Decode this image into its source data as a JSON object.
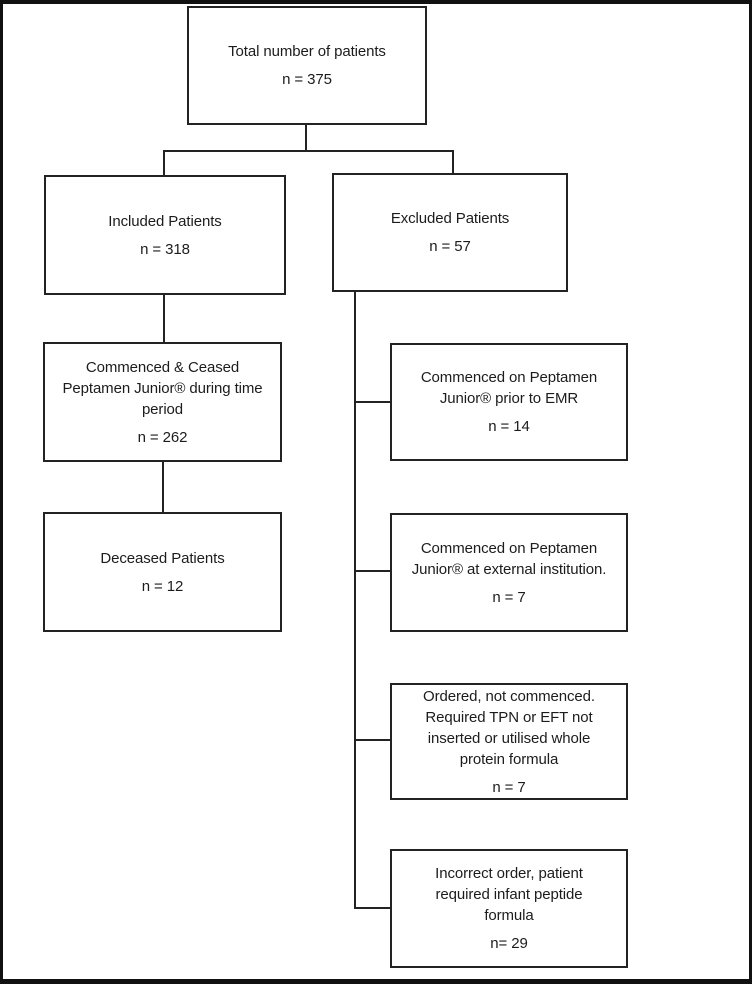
{
  "diagram": {
    "colors": {
      "background": "#ffffff",
      "frame": "#111111",
      "line": "#232323",
      "text": "#1c1c1c"
    },
    "boxes": {
      "total": {
        "label": "Total number of patients",
        "count": "n = 375"
      },
      "included": {
        "label": "Included Patients",
        "count": "n = 318"
      },
      "excluded": {
        "label": "Excluded Patients",
        "count": "n = 57"
      },
      "commenced_ceased": {
        "label": "Commenced & Ceased\nPeptamen Junior® during time\nperiod",
        "count": "n = 262"
      },
      "deceased": {
        "label": "Deceased Patients",
        "count": "n = 12"
      },
      "prior_emr": {
        "label": "Commenced on Peptamen\nJunior® prior to EMR",
        "count": "n = 14"
      },
      "external_institution": {
        "label": "Commenced on Peptamen\nJunior® at external institution.",
        "count": "n = 7"
      },
      "ordered_not_commenced": {
        "label": "Ordered, not commenced.\nRequired TPN or EFT not\ninserted or utilised whole\nprotein formula",
        "count": "n = 7"
      },
      "incorrect_order": {
        "label": "Incorrect order, patient\nrequired infant peptide\nformula",
        "count": "n= 29"
      }
    }
  }
}
